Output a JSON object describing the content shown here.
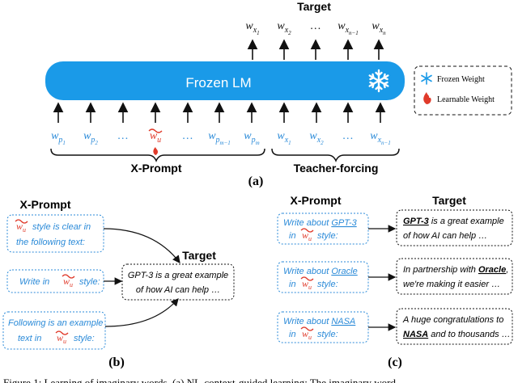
{
  "panel_a": {
    "target_title": "Target",
    "targets": [
      {
        "base": "w",
        "sub": "x",
        "subsub": "1"
      },
      {
        "base": "w",
        "sub": "x",
        "subsub": "2"
      },
      {
        "base": "…",
        "sub": "",
        "subsub": ""
      },
      {
        "base": "w",
        "sub": "x",
        "subsub": "n−1"
      },
      {
        "base": "w",
        "sub": "x",
        "subsub": "n"
      }
    ],
    "lm_label": "Frozen LM",
    "legend": {
      "frozen": "Frozen Weight",
      "learnable": "Learnable Weight"
    },
    "inputs": [
      {
        "base": "w",
        "sub": "p",
        "subsub": "1"
      },
      {
        "base": "w",
        "sub": "p",
        "subsub": "2"
      },
      {
        "base": "…",
        "sub": "",
        "subsub": ""
      },
      {
        "base": "w",
        "sub": "u",
        "subsub": ""
      },
      {
        "base": "…",
        "sub": "",
        "subsub": ""
      },
      {
        "base": "w",
        "sub": "p",
        "subsub": "m−1"
      },
      {
        "base": "w",
        "sub": "p",
        "subsub": "m"
      },
      {
        "base": "w",
        "sub": "x",
        "subsub": "1"
      },
      {
        "base": "w",
        "sub": "x",
        "subsub": "2"
      },
      {
        "base": "…",
        "sub": "",
        "subsub": ""
      },
      {
        "base": "w",
        "sub": "x",
        "subsub": "n−1"
      }
    ],
    "brace_left": "X-Prompt",
    "brace_right": "Teacher-forcing",
    "label": "(a)"
  },
  "panel_b": {
    "xprompt_title": "X-Prompt",
    "target_title": "Target",
    "prompts": [
      {
        "lines": [
          [
            "",
            " style is clear in"
          ],
          [
            "the following text:",
            ""
          ]
        ]
      },
      {
        "lines": [
          [
            "Write in ",
            " style:"
          ]
        ]
      },
      {
        "lines": [
          [
            "Following is an example",
            ""
          ],
          [
            "text in ",
            " style:"
          ]
        ]
      }
    ],
    "target_lines": [
      "GPT-3 is a great example",
      "of how AI can help …"
    ],
    "label": "(b)"
  },
  "panel_c": {
    "xprompt_title": "X-Prompt",
    "target_title": "Target",
    "rows": [
      {
        "prompt_prefix": "Write about ",
        "entity": "GPT-3",
        "prompt_line2_pre": "in ",
        "prompt_line2_post": " style:",
        "target_line1_entity": "GPT-3",
        "target_line1_rest": " is a great example",
        "target_line2": "of how AI can help …"
      },
      {
        "prompt_prefix": "Write about ",
        "entity": "Oracle",
        "prompt_line2_pre": "in ",
        "prompt_line2_post": " style:",
        "target_line1_pre": "In partnership with ",
        "target_line1_entity": "Oracle",
        "target_line1_post": ",",
        "target_line2": "we're making it easier …"
      },
      {
        "prompt_prefix": "Write about ",
        "entity": "NASA",
        "prompt_line2_pre": "in ",
        "prompt_line2_post": " style:",
        "target_line1": "A huge congratulations to",
        "target_line2_entity": "NASA",
        "target_line2_rest": " and to thousands …"
      }
    ],
    "label": "(c)"
  },
  "caption": "Figure 1: Learning of imaginary words. (a) NL-context-guided learning: The imaginary word",
  "colors": {
    "lm_fill": "#1a9ae8",
    "prompt_blue": "#2a8ad8",
    "wu_red": "#e03a2a",
    "target_text": "#222222"
  }
}
